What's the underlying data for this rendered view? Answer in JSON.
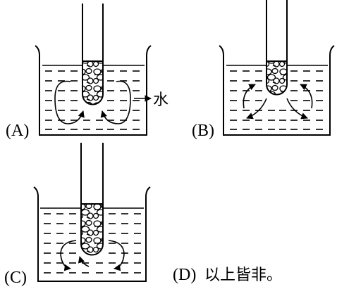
{
  "panels": [
    {
      "id": "A",
      "label": "(A)",
      "water_label": "水"
    },
    {
      "id": "B",
      "label": "(B)"
    },
    {
      "id": "C",
      "label": "(C)"
    }
  ],
  "option_d": {
    "label": "(D)",
    "text": "以上皆非。"
  }
}
